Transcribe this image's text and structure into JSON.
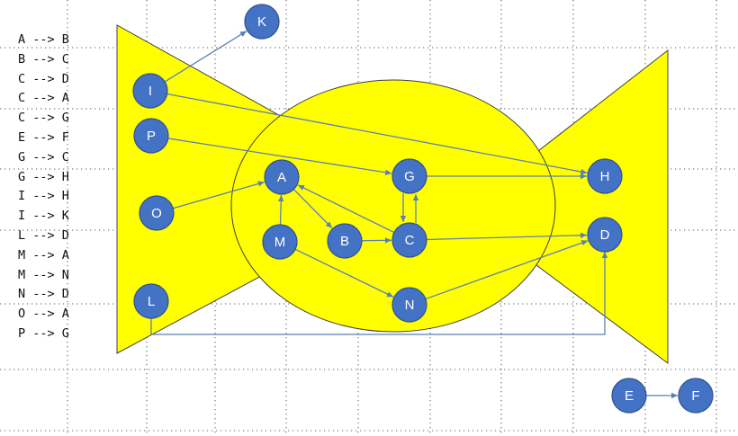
{
  "edge_list": [
    "A --> B",
    "B --> C",
    "C --> D",
    "C --> A",
    "C --> G",
    "E --> F",
    "G --> C",
    "G --> H",
    "I --> H",
    "I --> K",
    "L --> D",
    "M --> A",
    "M --> N",
    "N --> D",
    "O --> A",
    "P --> G"
  ],
  "nodes": [
    {
      "id": "K",
      "label": "K"
    },
    {
      "id": "I",
      "label": "I"
    },
    {
      "id": "P",
      "label": "P"
    },
    {
      "id": "O",
      "label": "O"
    },
    {
      "id": "L",
      "label": "L"
    },
    {
      "id": "A",
      "label": "A"
    },
    {
      "id": "M",
      "label": "M"
    },
    {
      "id": "B",
      "label": "B"
    },
    {
      "id": "G",
      "label": "G"
    },
    {
      "id": "C",
      "label": "C"
    },
    {
      "id": "N",
      "label": "N"
    },
    {
      "id": "H",
      "label": "H"
    },
    {
      "id": "D",
      "label": "D"
    },
    {
      "id": "E",
      "label": "E"
    },
    {
      "id": "F",
      "label": "F"
    }
  ],
  "edges": [
    [
      "A",
      "B"
    ],
    [
      "B",
      "C"
    ],
    [
      "C",
      "D"
    ],
    [
      "C",
      "A"
    ],
    [
      "C",
      "G"
    ],
    [
      "E",
      "F"
    ],
    [
      "G",
      "C"
    ],
    [
      "G",
      "H"
    ],
    [
      "I",
      "H"
    ],
    [
      "I",
      "K"
    ],
    [
      "L",
      "D"
    ],
    [
      "M",
      "A"
    ],
    [
      "M",
      "N"
    ],
    [
      "N",
      "D"
    ],
    [
      "O",
      "A"
    ],
    [
      "P",
      "G"
    ]
  ],
  "colors": {
    "node_fill": "#4472c4",
    "node_stroke": "#2f528f",
    "shape_fill": "#ffff00",
    "shape_stroke": "#404040",
    "edge": "#5b7fb5",
    "grid": "#555555"
  }
}
